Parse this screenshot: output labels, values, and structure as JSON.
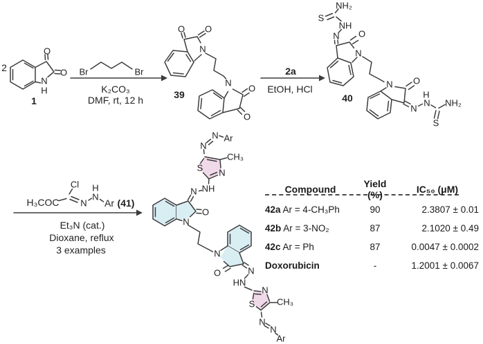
{
  "colors": {
    "thiazole_highlight": "#f0d9e9",
    "isatin_highlight": "#d9eef3",
    "bond": "#3c3c3c",
    "text": "#1f1f1f"
  },
  "scheme": {
    "mol1": {
      "coefficient": "2",
      "o_top": "O",
      "o_side": "O",
      "n": "N",
      "h": "H",
      "number": "1"
    },
    "arrow1": {
      "br_left": "Br",
      "br_right": "Br",
      "base": "K₂CO₃",
      "conditions": "DMF, rt, 12 h"
    },
    "mol39": {
      "o1": "O",
      "o2": "O",
      "n1": "N",
      "n2": "N",
      "o3": "O",
      "o4": "O",
      "number": "39"
    },
    "arrow2": {
      "reagent": "2a",
      "conditions": "EtOH, HCl"
    },
    "mol40": {
      "nh2_top": "NH₂",
      "s_top": "S",
      "nh_top": "NH",
      "n_imine_top": "N",
      "o_top": "O",
      "n_ring_top": "N",
      "n_ring_bottom": "N",
      "o_bottom": "O",
      "n_imine_bottom": "N",
      "h_bottom": "H",
      "n_nh_bottom": "N",
      "s_bottom": "S",
      "nh2_bottom": "NH₂",
      "number": "40"
    },
    "reagent41": {
      "acyl": "H₃COC",
      "cl": "Cl",
      "n1": "N",
      "n2": "N",
      "h": "H",
      "ar": "Ar",
      "number": "(41)"
    },
    "arrow3": {
      "catalyst": "Et₃N (cat.)",
      "solvent": "Dioxane, reflux",
      "examples": "3 examples"
    },
    "product": {
      "azo_top": {
        "n1": "N",
        "n2": "N",
        "ar": "Ar"
      },
      "thiazole_top": {
        "s": "S",
        "n": "N",
        "ch3": "CH₃"
      },
      "linker_top": {
        "nh": "NH",
        "n": "N"
      },
      "isatin_top": {
        "o": "O",
        "n": "N"
      },
      "isatin_bottom": {
        "o": "O",
        "n": "N"
      },
      "linker_bottom": {
        "n": "N",
        "hn": "HN"
      },
      "thiazole_bottom": {
        "s": "S",
        "n": "N",
        "ch3": "CH₃"
      },
      "azo_bottom": {
        "n1": "N",
        "n2": "N",
        "ar": "Ar"
      }
    }
  },
  "table": {
    "headers": [
      "Compound",
      "Yield (%)",
      "IC₅₀ (μM)"
    ],
    "rows": [
      {
        "code": "42a",
        "substituent": "Ar = 4-CH₃Ph",
        "yield": "90",
        "ic50": "2.3807 ± 0.01"
      },
      {
        "code": "42b",
        "substituent": "Ar = 3-NO₂",
        "yield": "87",
        "ic50": "2.1020 ± 0.49"
      },
      {
        "code": "42c",
        "substituent": "Ar = Ph",
        "yield": "87",
        "ic50": "0.0047 ± 0.0002"
      },
      {
        "code": "Doxorubicin",
        "substituent": "",
        "yield": "-",
        "ic50": "1.2001 ± 0.0067"
      }
    ]
  }
}
